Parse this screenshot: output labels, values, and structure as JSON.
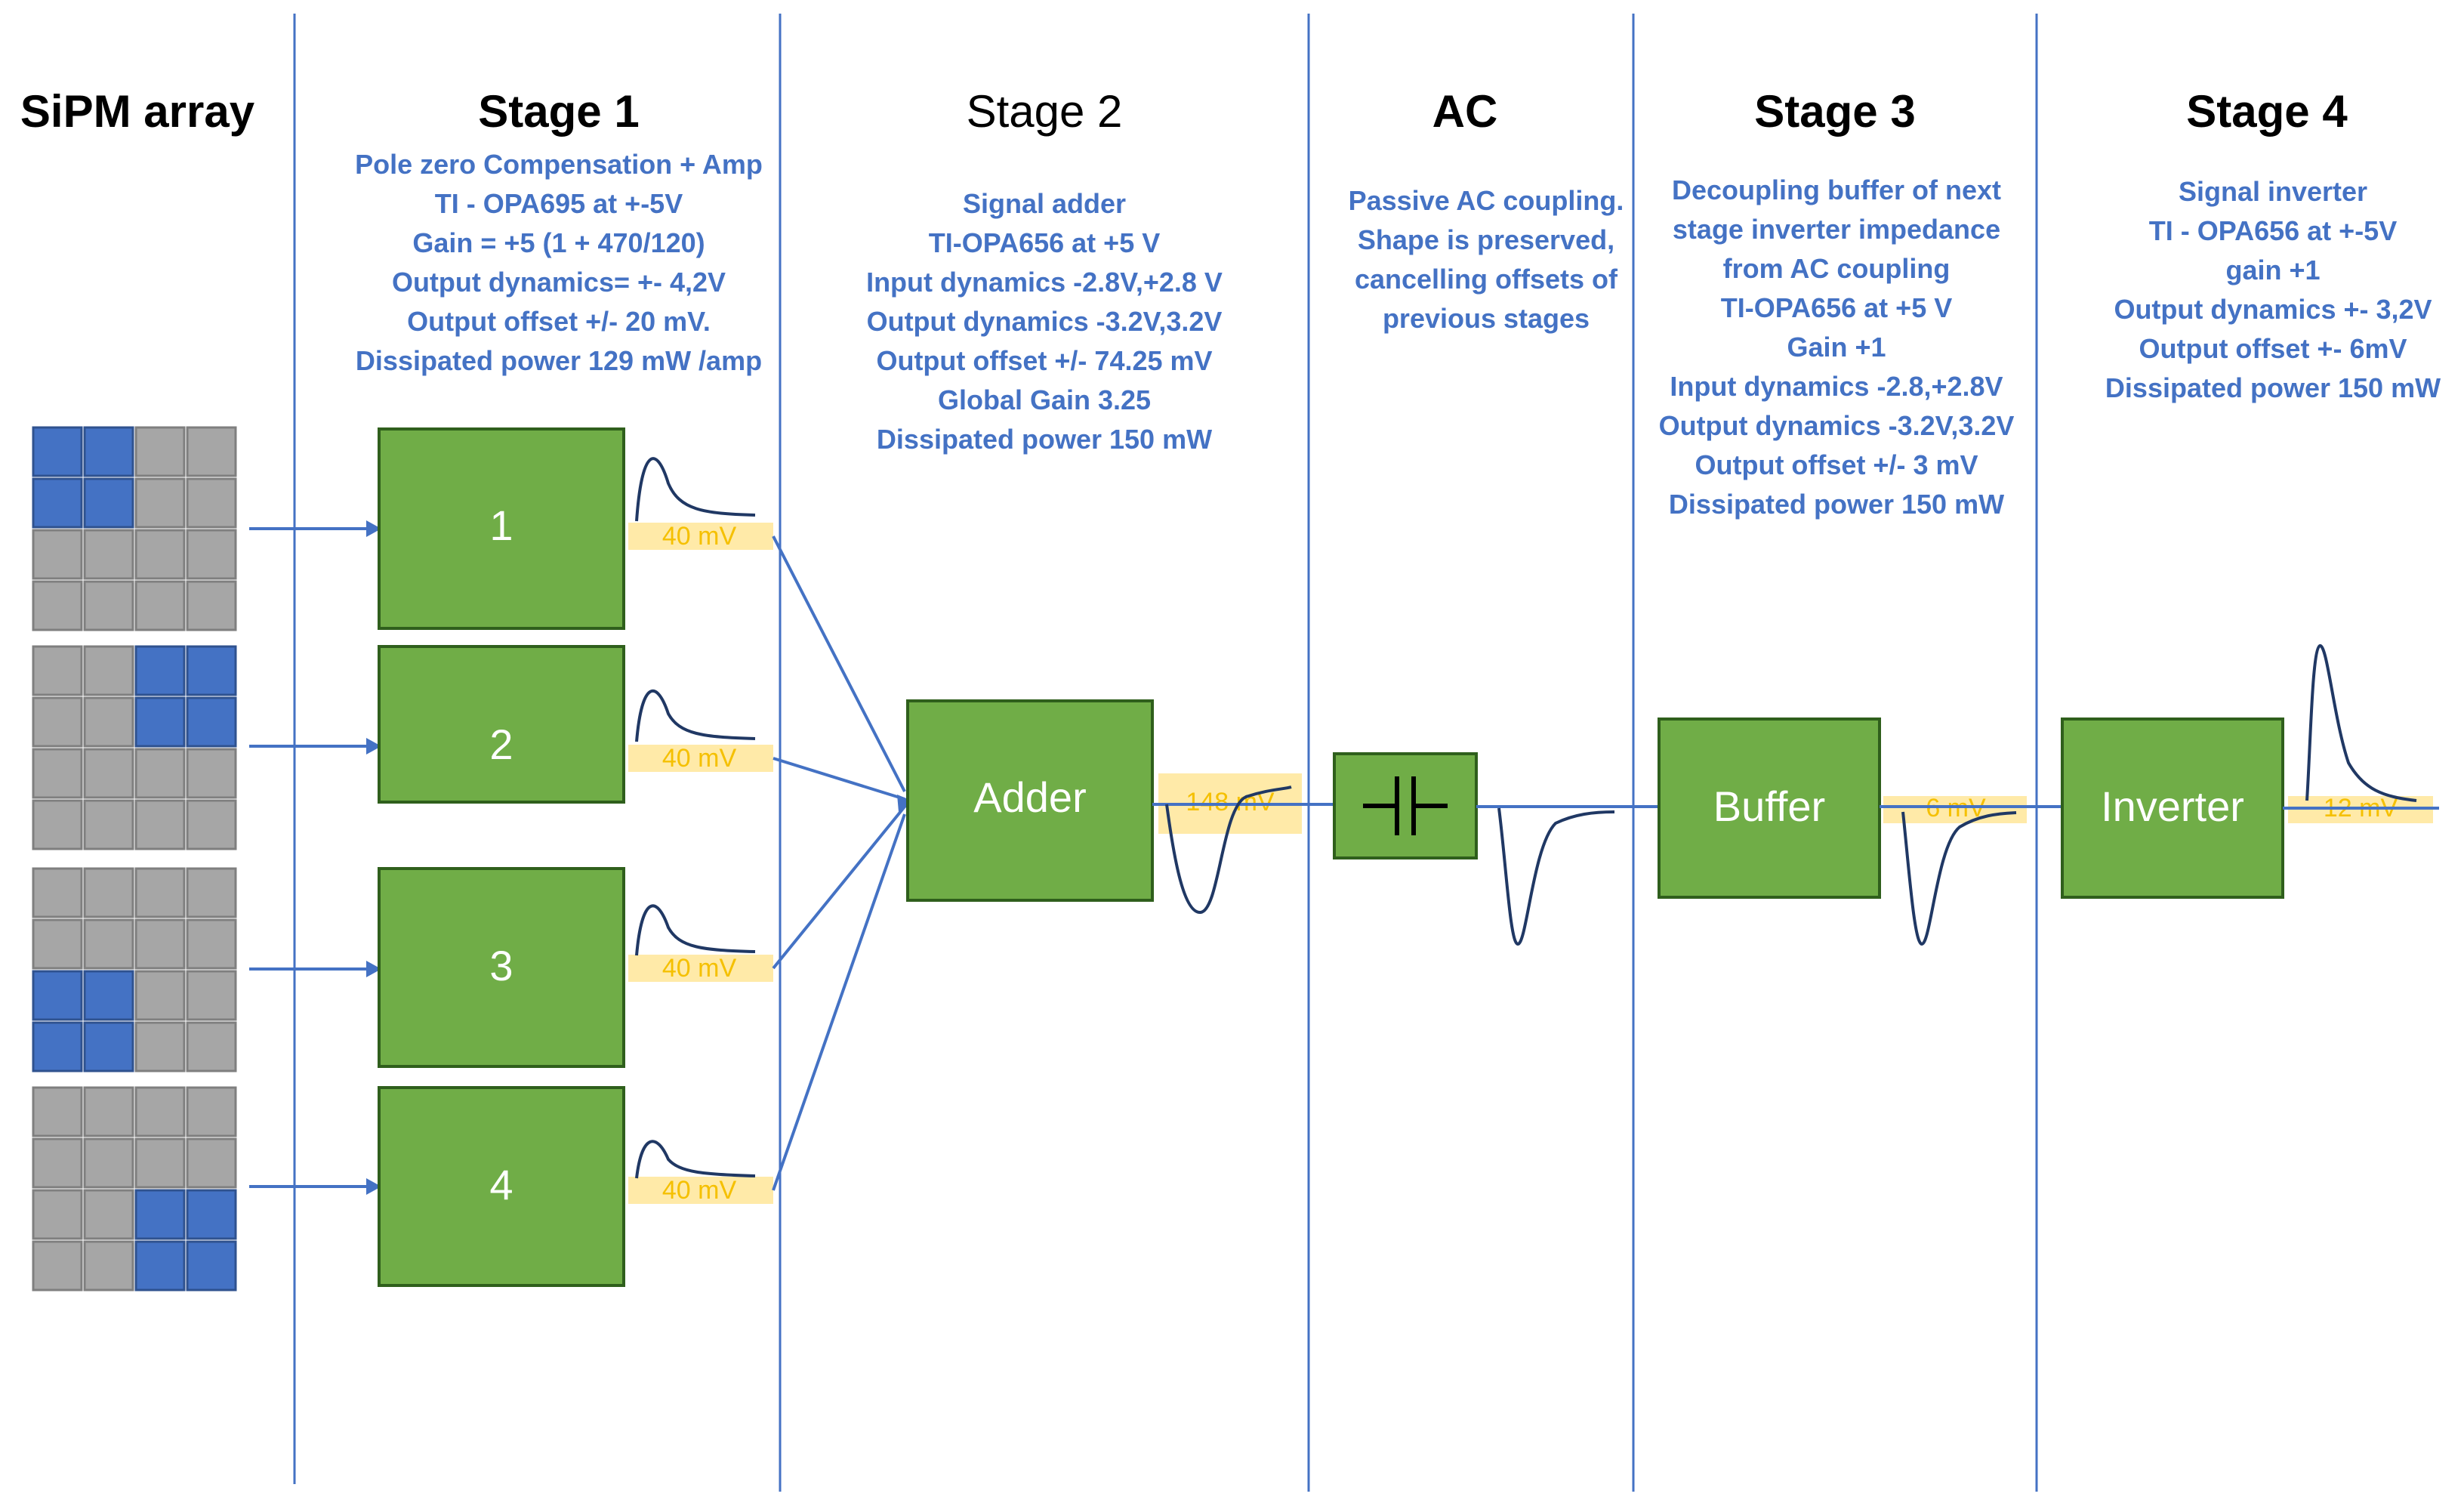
{
  "columns": [
    {
      "title": "SiPM array",
      "bold": true,
      "desc": []
    },
    {
      "title": "Stage 1",
      "bold": true,
      "desc": [
        "Pole zero Compensation + Amp",
        "TI - OPA695 at +-5V",
        "Gain = +5 (1 + 470/120)",
        "Output dynamics= +- 4,2V",
        "Output offset +/- 20 mV.",
        "Dissipated power 129 mW /amp"
      ]
    },
    {
      "title": "Stage 2",
      "bold": false,
      "desc": [
        "Signal adder",
        "TI-OPA656 at +5 V",
        "Input dynamics -2.8V,+2.8 V",
        "Output dynamics -3.2V,3.2V",
        "Output offset +/- 74.25 mV",
        "Global Gain 3.25",
        "Dissipated power 150 mW"
      ]
    },
    {
      "title": "AC",
      "bold": true,
      "desc": [
        "Passive AC coupling.",
        "Shape is preserved,",
        "cancelling offsets of",
        "previous stages"
      ]
    },
    {
      "title": "Stage 3",
      "bold": true,
      "desc": [
        "Decoupling buffer of next",
        "stage inverter impedance",
        "from AC coupling",
        "TI-OPA656 at +5 V",
        "Gain +1",
        "Input dynamics -2.8,+2.8V",
        "Output dynamics -3.2V,3.2V",
        "Output offset +/-  3 mV",
        "Dissipated power 150 mW"
      ]
    },
    {
      "title": "Stage 4",
      "bold": true,
      "desc": [
        "Signal inverter",
        "TI - OPA656 at +-5V",
        "gain +1",
        "Output dynamics  +- 3,2V",
        "Output offset  +- 6mV",
        "Dissipated power  150 mW"
      ]
    }
  ],
  "stage1_boxes": [
    "1",
    "2",
    "3",
    "4"
  ],
  "stage1_levels": [
    "40 mV",
    "40 mV",
    "40 mV",
    "40 mV"
  ],
  "adder": {
    "label": "Adder",
    "level": "148 mV"
  },
  "buffer": {
    "label": "Buffer",
    "level": "6 mV"
  },
  "inverter": {
    "label": "Inverter",
    "level": "12 mV"
  },
  "sipm_active_quadrants": [
    "top-left",
    "top-right",
    "bottom-left",
    "bottom-right"
  ],
  "colors": {
    "accent_blue": "#4472c4",
    "box_green": "#70ad47",
    "level_yellow": "#f5c000",
    "band_yellow": "#ffe699",
    "cell_gray": "#a6a6a6",
    "pulse_navy": "#203864"
  },
  "icons": [
    "capacitor-icon"
  ]
}
